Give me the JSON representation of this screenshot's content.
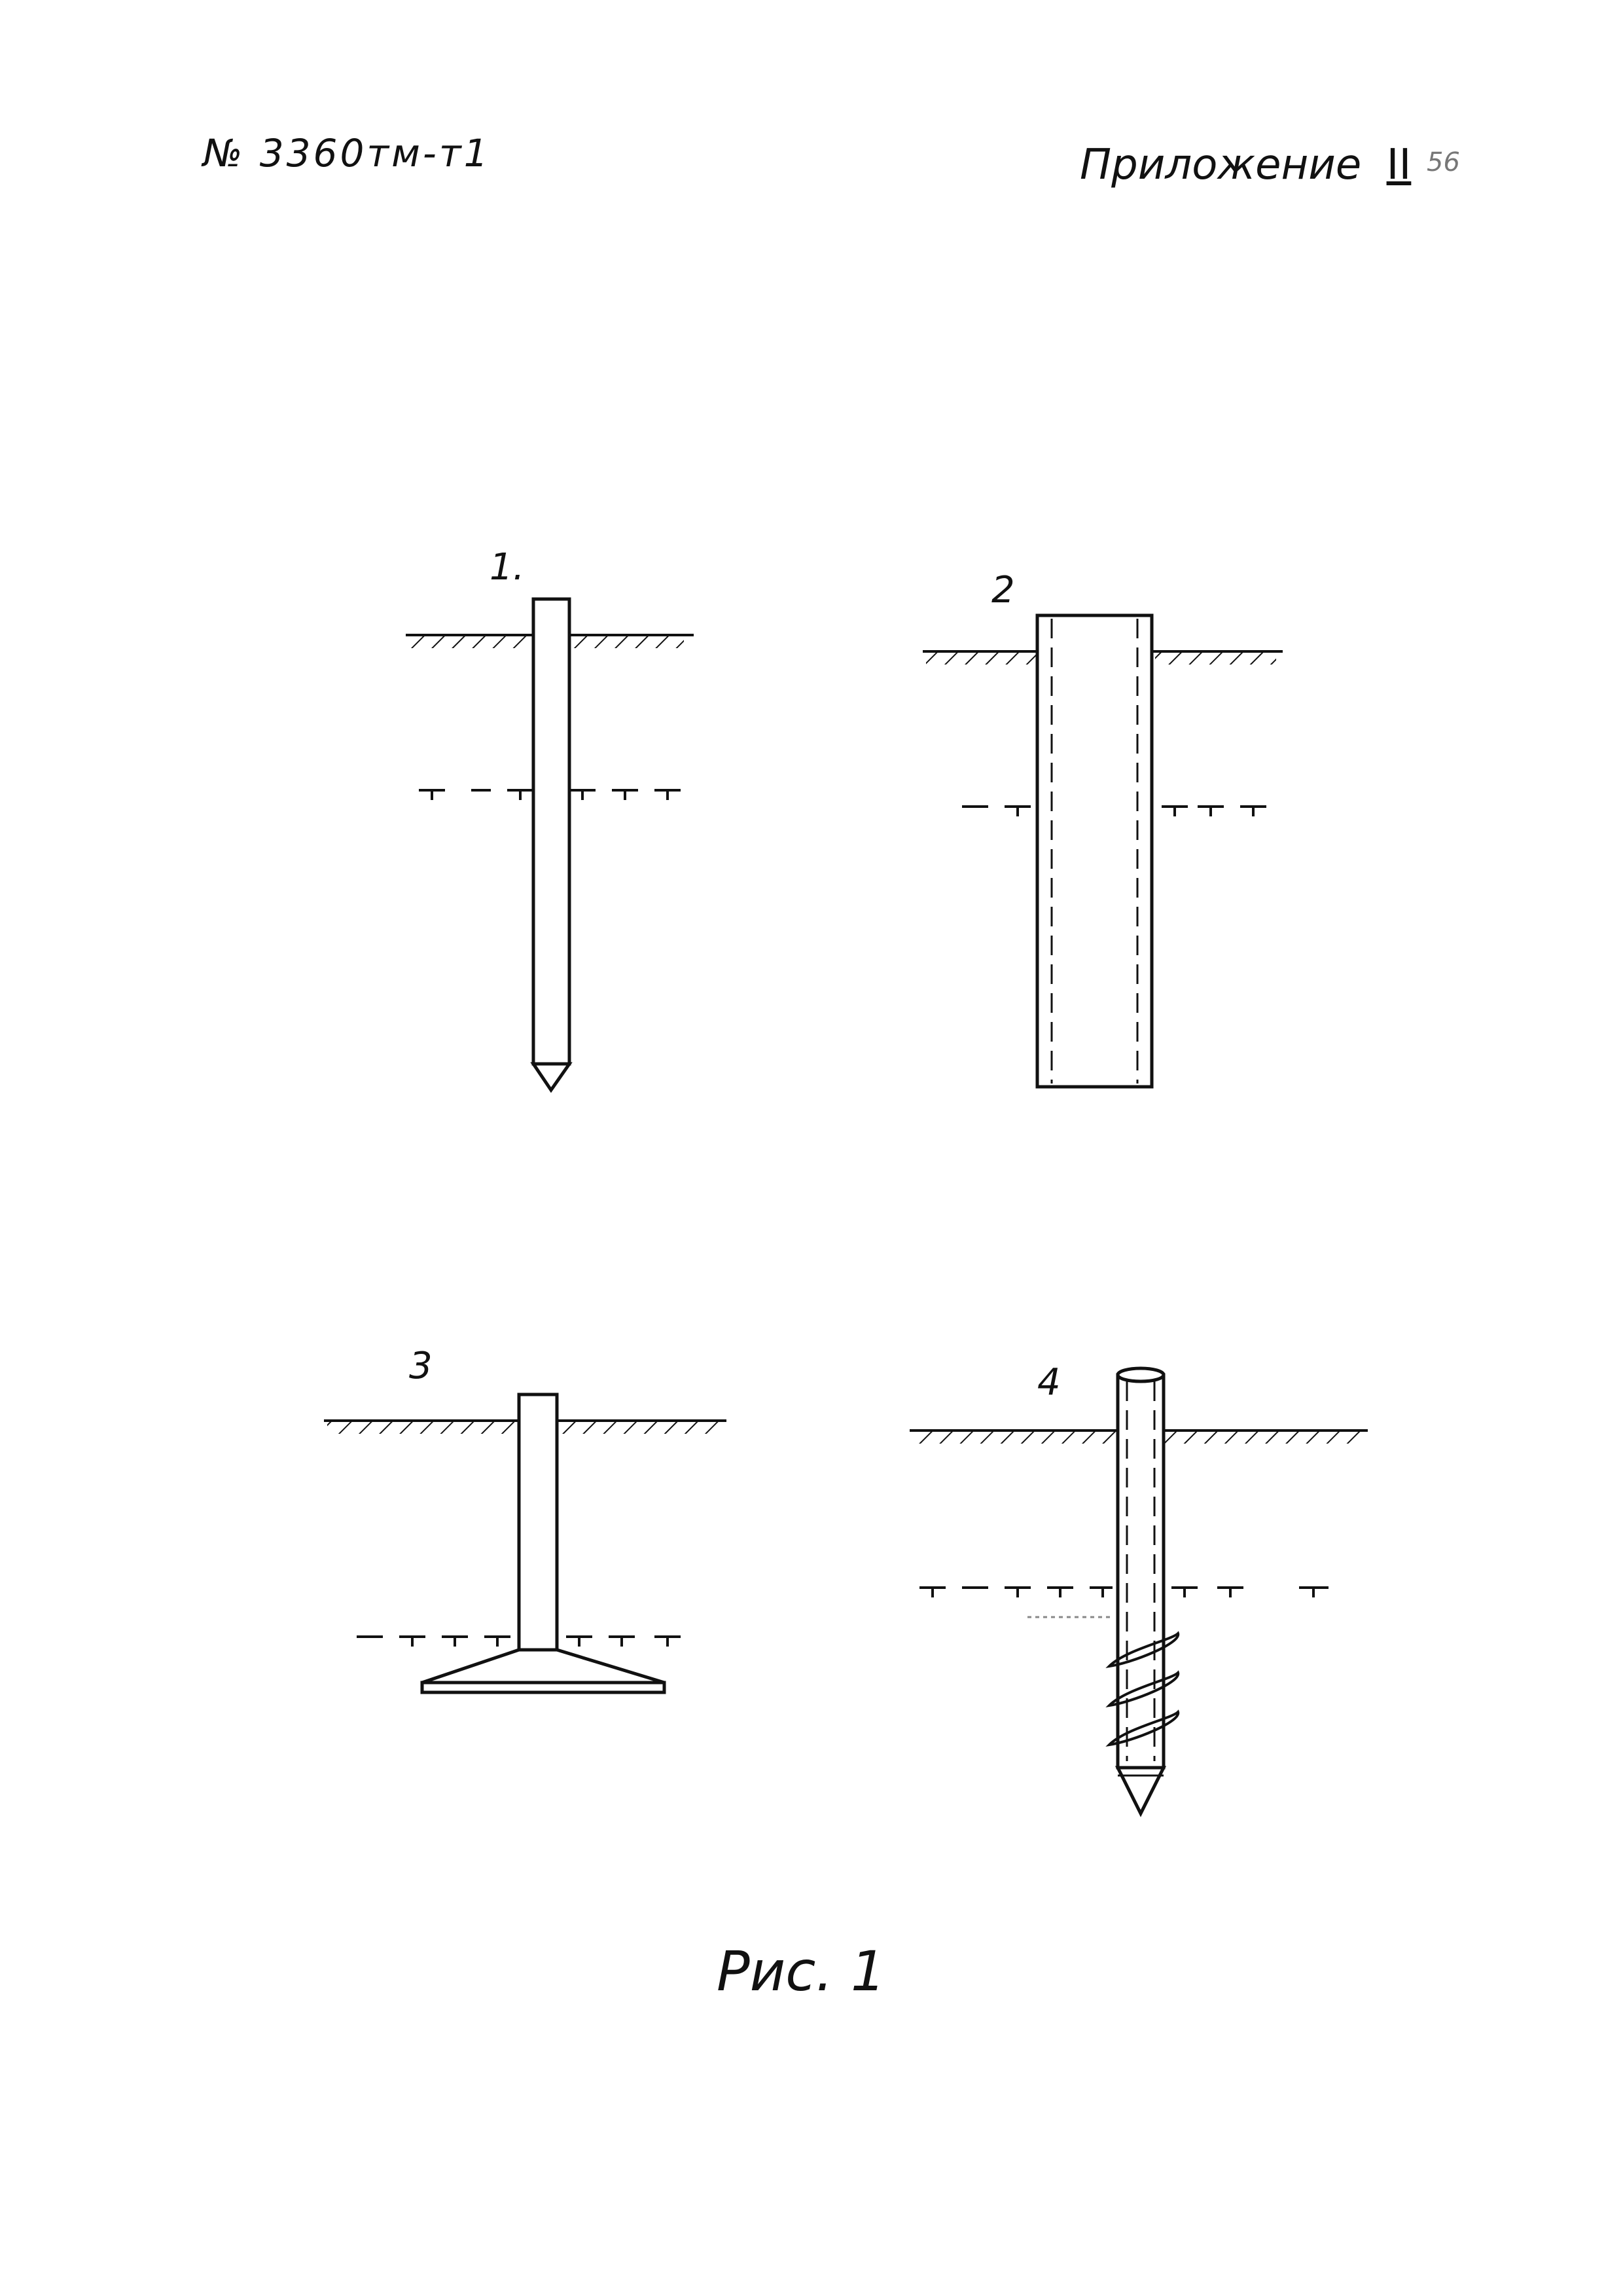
{
  "header": {
    "doc_number": "№ 3360тм-т1",
    "appendix_label": "Приложение",
    "appendix_numeral": "II",
    "page_number": "56"
  },
  "figures": [
    {
      "label": "1."
    },
    {
      "label": "2"
    },
    {
      "label": "3"
    },
    {
      "label": "4"
    }
  ],
  "caption": "Рис. 1"
}
